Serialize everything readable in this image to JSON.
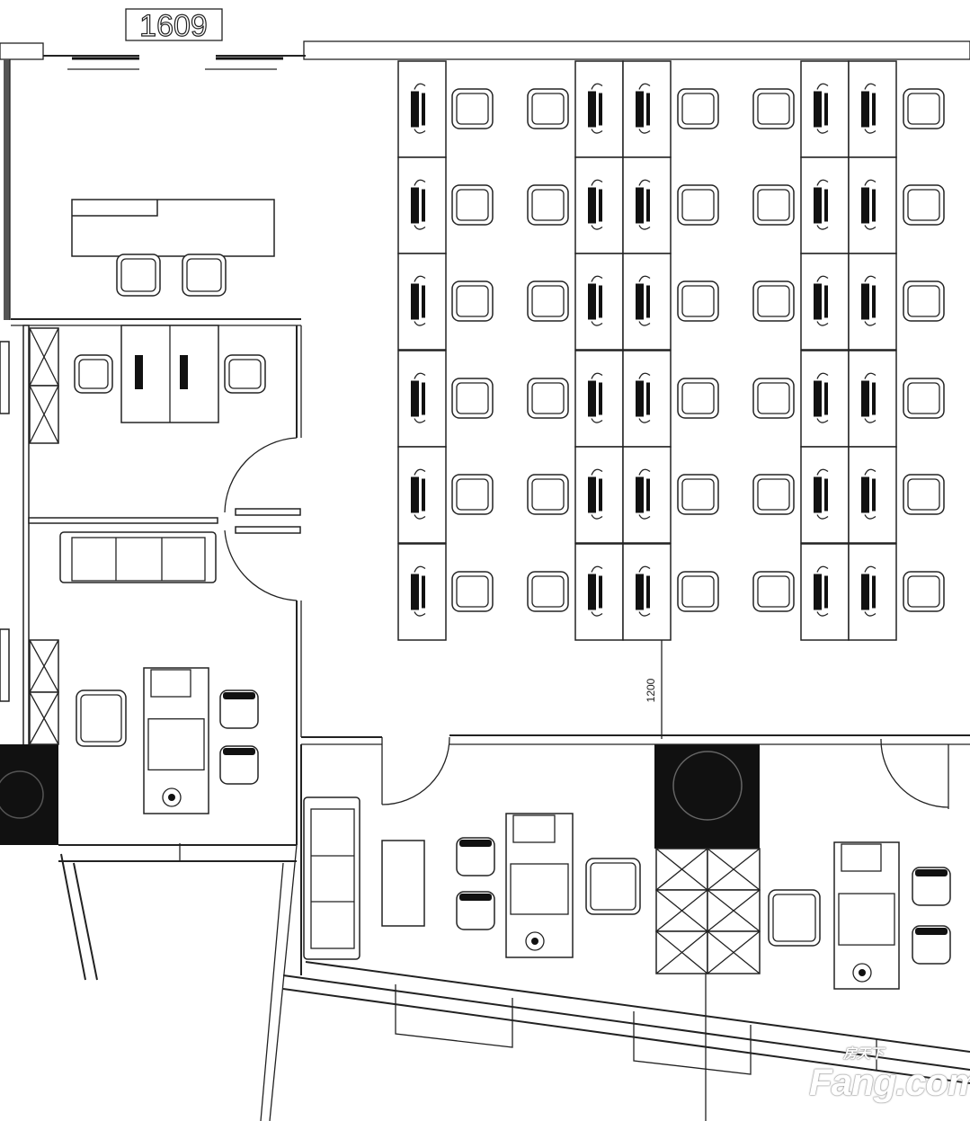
{
  "plan": {
    "unit_label": "1609",
    "dimension_label": "1200"
  },
  "watermark": {
    "brand_cn": "房天下",
    "brand_en": "Fang.com"
  },
  "colors": {
    "line": "#222222",
    "fill": "#111111",
    "background": "#ffffff"
  }
}
